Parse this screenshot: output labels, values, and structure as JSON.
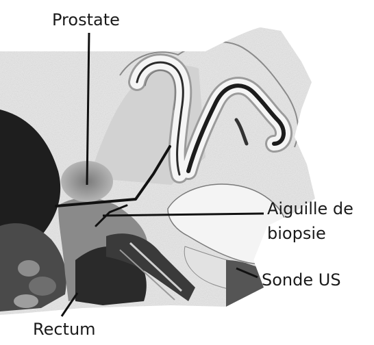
{
  "labels": {
    "prostate": "Prostate",
    "needle_line1": "Aiguille de",
    "needle_line2": "biopsie",
    "probe": "Sonde US",
    "rectum": "Rectum"
  },
  "colors": {
    "background": "#ffffff",
    "text": "#1a1a1a",
    "leader_line": "#111111",
    "tissue_light": "#e6e6e6",
    "tissue_mid": "#9a9a9a",
    "tissue_dark": "#2a2a2a"
  }
}
